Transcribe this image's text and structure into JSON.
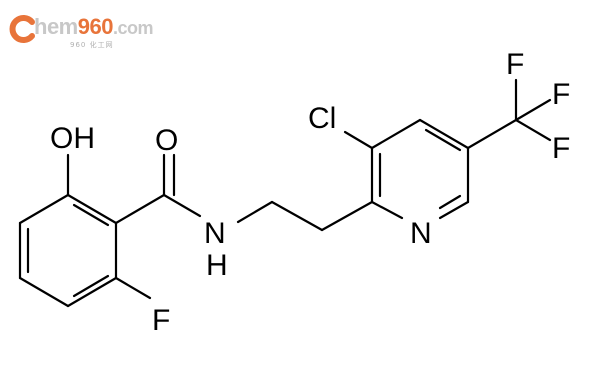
{
  "logo": {
    "text_hem": "hem",
    "text_num": "960",
    "text_dom": ".com",
    "sub": "960 化工网",
    "colors": {
      "orange": "#e8743a",
      "grey": "#c8c8c8"
    }
  },
  "molecule": {
    "labels": {
      "oh": "OH",
      "o": "O",
      "n_amide": "N",
      "h_amide": "H",
      "f_ring": "F",
      "cl": "Cl",
      "n_pyridine": "N",
      "f1": "F",
      "f2": "F",
      "f3": "F"
    },
    "colors": {
      "bond": "#000000",
      "text": "#000000"
    }
  }
}
